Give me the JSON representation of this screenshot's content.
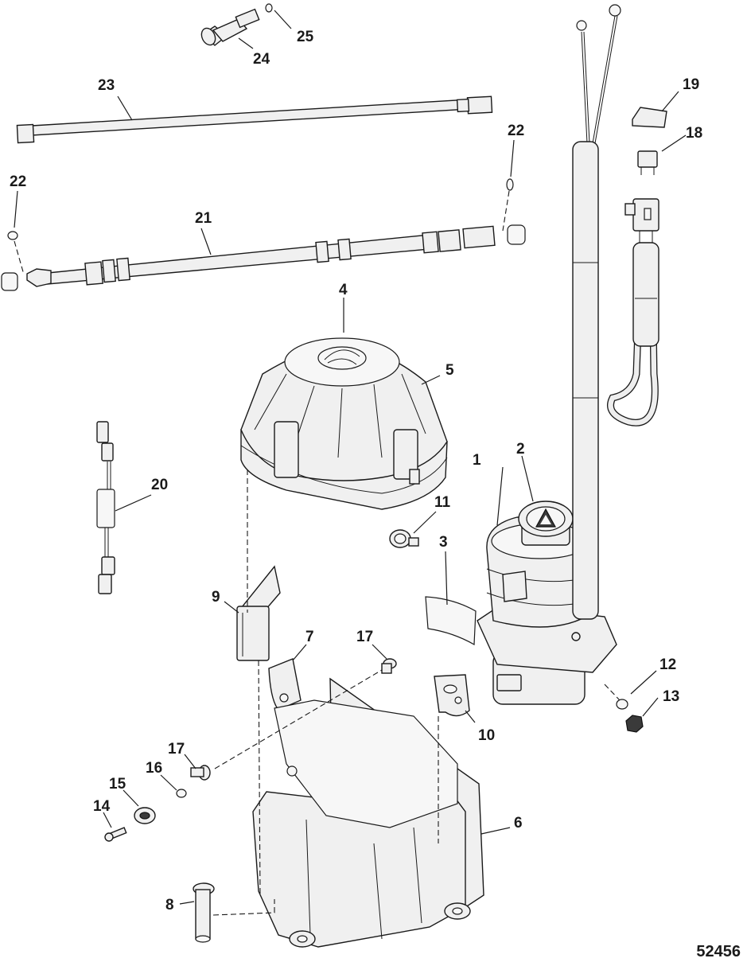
{
  "figure_id": "52456",
  "callouts": {
    "c1": "1",
    "c2": "2",
    "c3": "3",
    "c4": "4",
    "c5": "5",
    "c6": "6",
    "c7": "7",
    "c8": "8",
    "c9": "9",
    "c10": "10",
    "c11": "11",
    "c12": "12",
    "c13": "13",
    "c14": "14",
    "c15": "15",
    "c16": "16",
    "c17a": "17",
    "c17b": "17",
    "c18": "18",
    "c19": "19",
    "c20": "20",
    "c21": "21",
    "c22a": "22",
    "c22b": "22",
    "c23": "23",
    "c24": "24",
    "c25": "25"
  },
  "icons": {
    "emblem": "logo-emblem-icon",
    "cap_symbol": "warning-triangle-icon"
  }
}
